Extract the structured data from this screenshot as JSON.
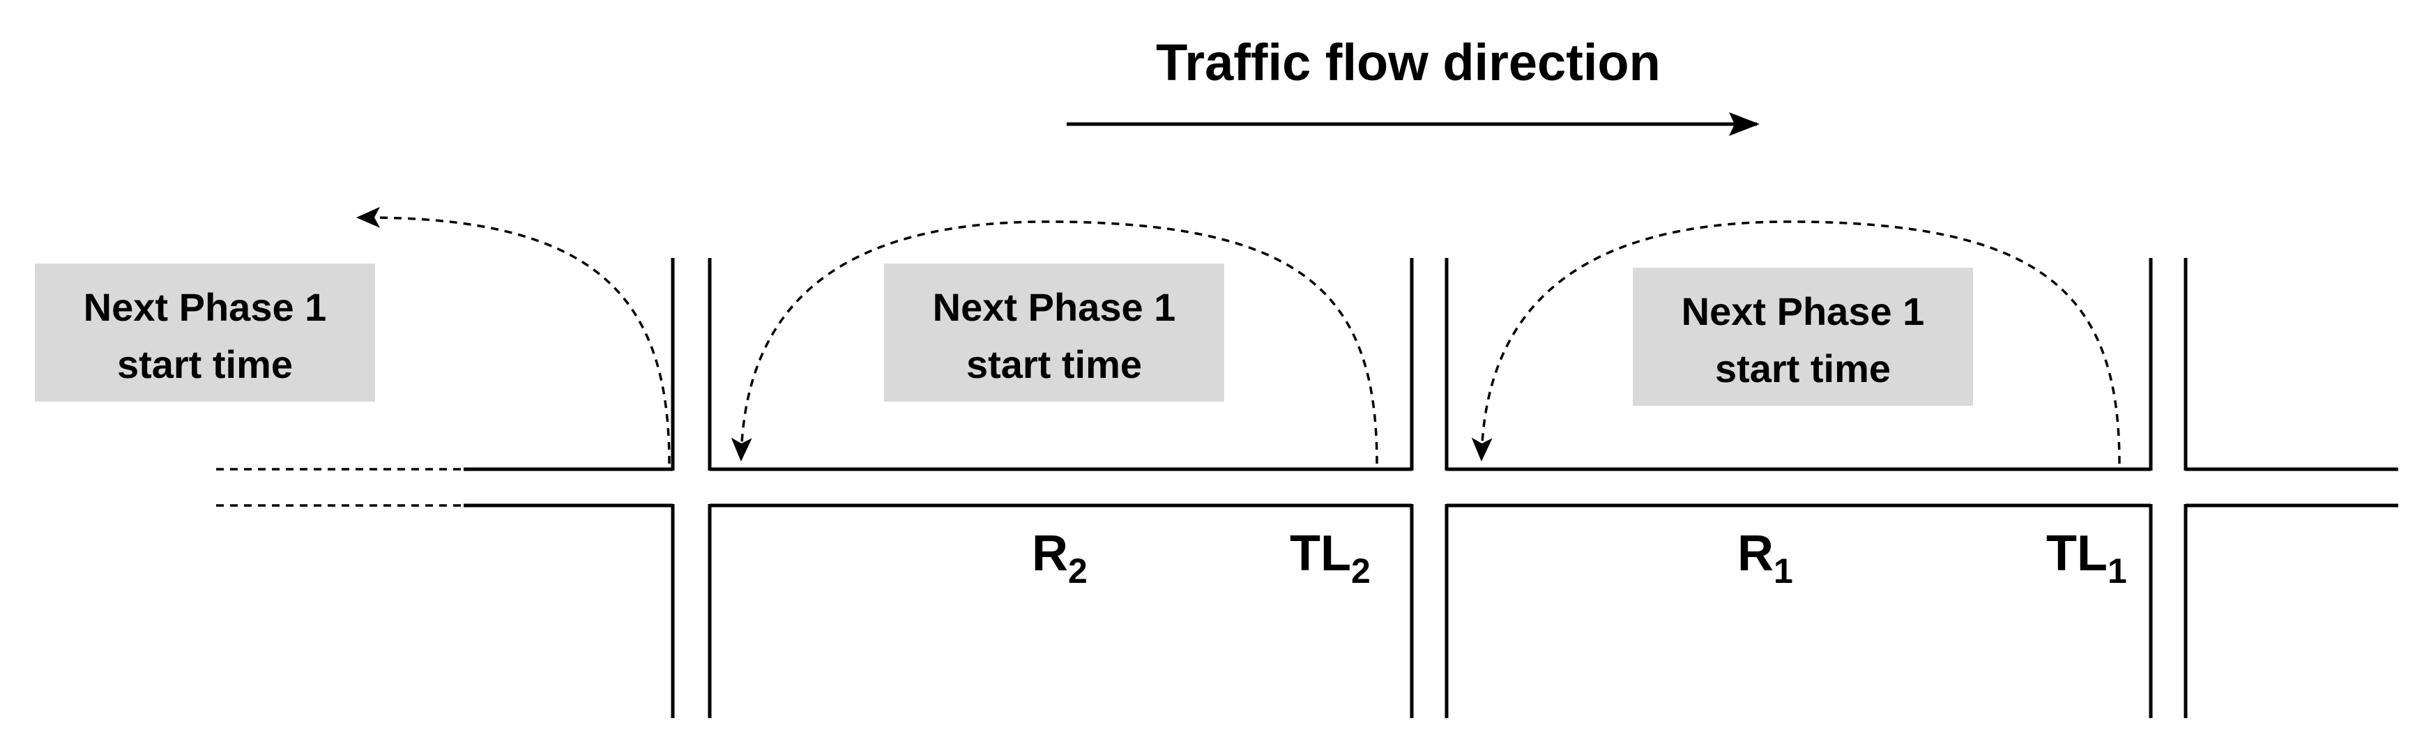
{
  "title": "Traffic flow direction",
  "phase_boxes": [
    {
      "line1": "Next Phase 1",
      "line2": "start time"
    },
    {
      "line1": "Next Phase 1",
      "line2": "start time"
    },
    {
      "line1": "Next Phase 1",
      "line2": "start time"
    }
  ],
  "labels": {
    "r2": {
      "main": "R",
      "sub": "2"
    },
    "tl2": {
      "main": "TL",
      "sub": "2"
    },
    "r1": {
      "main": "R",
      "sub": "1"
    },
    "tl1": {
      "main": "TL",
      "sub": "1"
    }
  },
  "colors": {
    "box_fill": "#d9d9d9",
    "line": "#000000"
  }
}
